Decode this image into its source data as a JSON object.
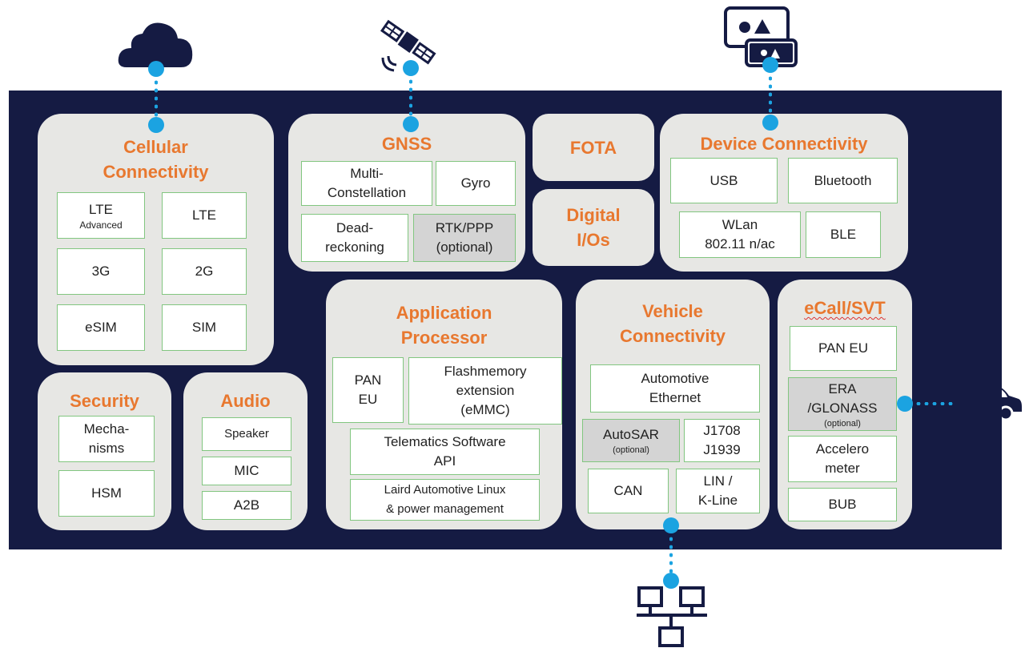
{
  "cellular": {
    "title": "Cellular\nConnectivity",
    "lte_advanced": {
      "main": "LTE",
      "sub": "Advanced"
    },
    "lte": "LTE",
    "g3": "3G",
    "g2": "2G",
    "esim": "eSIM",
    "sim": "SIM"
  },
  "gnss": {
    "title": "GNSS",
    "multi": "Multi-\nConstellation",
    "gyro": "Gyro",
    "dead": "Dead-\nreckoning",
    "rtk": {
      "main": "RTK/PPP",
      "sub": "(optional)"
    }
  },
  "fota": {
    "title": "FOTA"
  },
  "digital": {
    "title": "Digital\nI/Os"
  },
  "device": {
    "title": "Device Connectivity",
    "usb": "USB",
    "bluetooth": "Bluetooth",
    "wlan": "WLan\n802.11 n/ac",
    "ble": "BLE"
  },
  "security": {
    "title": "Security",
    "mech": "Mecha-\nnisms",
    "hsm": "HSM"
  },
  "audio": {
    "title": "Audio",
    "speaker": "Speaker",
    "mic": "MIC",
    "a2b": "A2B"
  },
  "app": {
    "title": "Application\nProcessor",
    "pan": "PAN\nEU",
    "flash": "Flashmemory\nextension\n(eMMC)",
    "telematics": "Telematics Software\nAPI",
    "laird": "Laird Automotive Linux\n& power management"
  },
  "vehicle": {
    "title": "Vehicle\nConnectivity",
    "eth": "Automotive\nEthernet",
    "autosar": {
      "main": "AutoSAR",
      "sub": "(optional)"
    },
    "j": "J1708\nJ1939",
    "can": "CAN",
    "lin": "LIN /\nK-Line"
  },
  "ecall": {
    "title": "eCall/SVT",
    "pan": "PAN EU",
    "era": {
      "main": "ERA\n/GLONASS",
      "sub": "(optional)"
    },
    "accel": "Accelero\nmeter",
    "bub": "BUB"
  },
  "colors": {
    "board": "#151b43",
    "panel": "#e7e7e4",
    "title": "#e8782f",
    "box_border": "#82c680",
    "connector": "#1ba3e1",
    "icon": "#151b43"
  },
  "icons": [
    "cloud-icon",
    "satellite-icon",
    "mobile-devices-icon",
    "ambulance-icon",
    "network-icon"
  ]
}
